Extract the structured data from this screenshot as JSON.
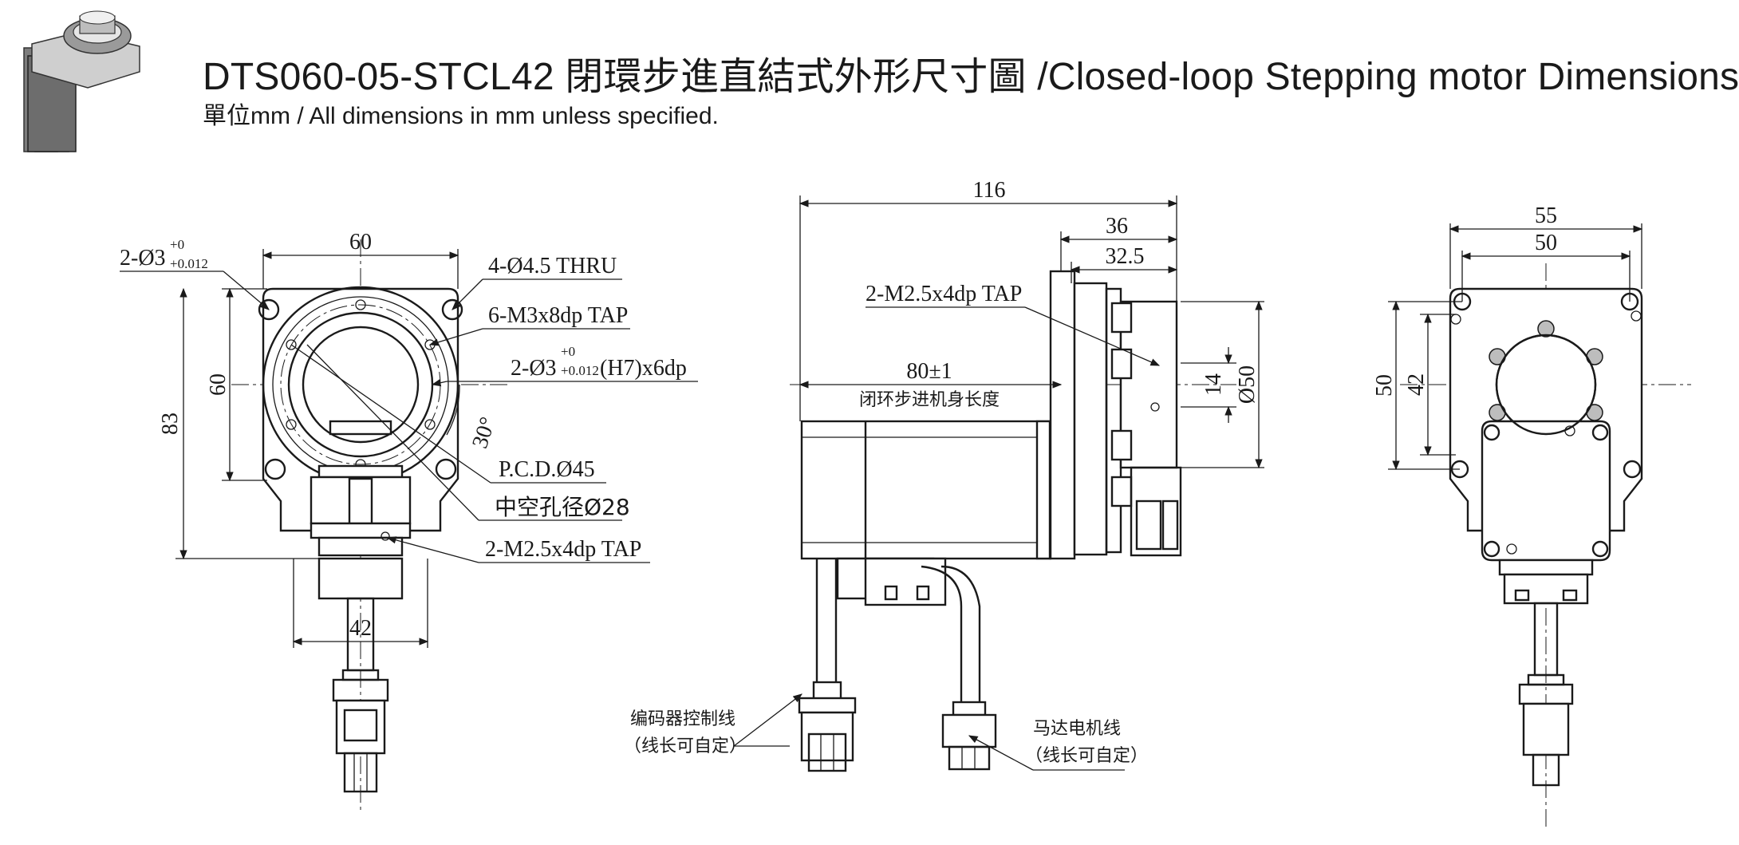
{
  "header": {
    "title": "DTS060-05-STCL42 閉環步進直結式外形尺寸圖  /Closed-loop Stepping motor Dimensions",
    "subtitle": "單位mm / All dimensions in mm unless specified."
  },
  "front_view": {
    "width_dim": "60",
    "height_dim": "60",
    "overall_height_dim": "83",
    "bottom_width_dim": "42",
    "pin_hole_main": "2-Ø3",
    "pin_hole_tol_upper": "+0",
    "pin_hole_tol_lower": "+0.012",
    "thru_holes": "4-Ø4.5 THRU",
    "tap_holes": "6-M3x8dp TAP",
    "fit_hole_main": "2-Ø3",
    "fit_hole_tol_upper": "+0",
    "fit_hole_tol_lower": "+0.012",
    "fit_hole_suffix": "(H7)x6dp",
    "angle_dim": "30°",
    "pcd": "P.C.D.Ø45",
    "hollow_bore": "中空孔径Ø28",
    "bottom_tap": "2-M2.5x4dp TAP"
  },
  "side_view": {
    "overall_length": "116",
    "flange_dim": "36",
    "inner_dim": "32.5",
    "tap_label": "2-M2.5x4dp TAP",
    "body_length": "80±1",
    "body_length_note": "闭环步进机身长度",
    "center_dim": "14",
    "diameter_dim": "Ø50",
    "encoder_cable": "编码器控制线",
    "encoder_cable_note": "（线长可自定）",
    "motor_cable": "马达电机线",
    "motor_cable_note": "（线长可自定）"
  },
  "rear_view": {
    "width_outer": "55",
    "width_inner": "50",
    "height_outer": "50",
    "height_inner": "42"
  }
}
